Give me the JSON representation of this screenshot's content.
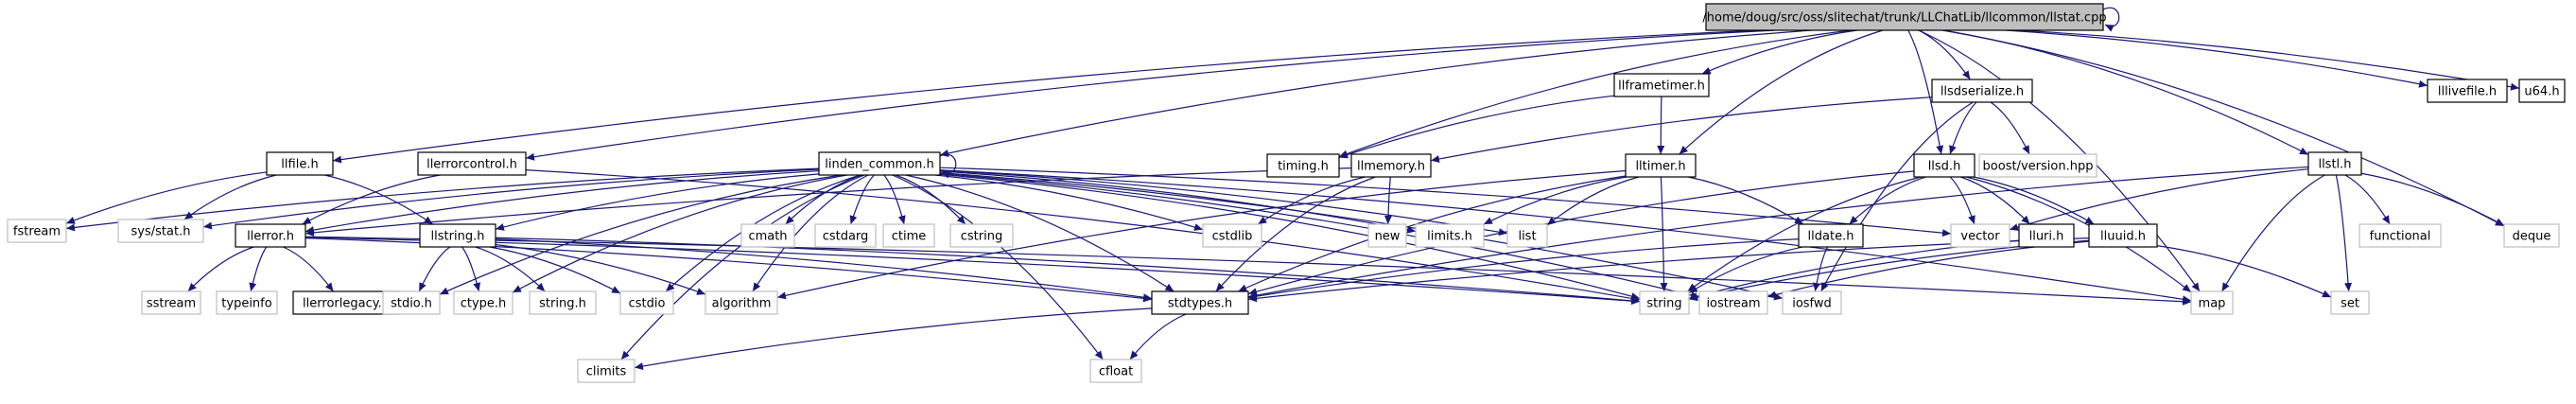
{
  "nodes": [
    {
      "id": "root",
      "label": "/home/doug/src/oss/slitechat/trunk/LLChatLib/llcommon/llstat.cpp",
      "style": "root"
    },
    {
      "id": "llfile",
      "label": "llfile.h",
      "style": "doc"
    },
    {
      "id": "llerrorcontrol",
      "label": "llerrorcontrol.h",
      "style": "doc"
    },
    {
      "id": "linden_common",
      "label": "linden_common.h",
      "style": "doc"
    },
    {
      "id": "llframetimer",
      "label": "llframetimer.h",
      "style": "doc"
    },
    {
      "id": "timing",
      "label": "timing.h",
      "style": "doc"
    },
    {
      "id": "llmemory",
      "label": "llmemory.h",
      "style": "doc"
    },
    {
      "id": "lltimer",
      "label": "lltimer.h",
      "style": "doc"
    },
    {
      "id": "llsdserialize",
      "label": "llsdserialize.h",
      "style": "doc"
    },
    {
      "id": "llsd",
      "label": "llsd.h",
      "style": "doc"
    },
    {
      "id": "boostversion",
      "label": "boost/version.hpp",
      "style": "ext"
    },
    {
      "id": "llstl",
      "label": "llstl.h",
      "style": "doc"
    },
    {
      "id": "lllivefile",
      "label": "lllivefile.h",
      "style": "doc"
    },
    {
      "id": "u64",
      "label": "u64.h",
      "style": "doc"
    },
    {
      "id": "fstream",
      "label": "fstream",
      "style": "ext"
    },
    {
      "id": "sysstat",
      "label": "sys/stat.h",
      "style": "ext"
    },
    {
      "id": "llerror",
      "label": "llerror.h",
      "style": "doc"
    },
    {
      "id": "llstring",
      "label": "llstring.h",
      "style": "doc"
    },
    {
      "id": "cmath",
      "label": "cmath",
      "style": "ext"
    },
    {
      "id": "cstdarg",
      "label": "cstdarg",
      "style": "ext"
    },
    {
      "id": "ctime",
      "label": "ctime",
      "style": "ext"
    },
    {
      "id": "cstring",
      "label": "cstring",
      "style": "ext"
    },
    {
      "id": "cstdlib",
      "label": "cstdlib",
      "style": "ext"
    },
    {
      "id": "new",
      "label": "new",
      "style": "ext"
    },
    {
      "id": "limits",
      "label": "limits.h",
      "style": "ext"
    },
    {
      "id": "list",
      "label": "list",
      "style": "ext"
    },
    {
      "id": "vector",
      "label": "vector",
      "style": "ext"
    },
    {
      "id": "lldate",
      "label": "lldate.h",
      "style": "doc"
    },
    {
      "id": "llluri",
      "label": "lluri.h",
      "style": "doc"
    },
    {
      "id": "lluuid",
      "label": "lluuid.h",
      "style": "doc"
    },
    {
      "id": "functional",
      "label": "functional",
      "style": "ext"
    },
    {
      "id": "deque",
      "label": "deque",
      "style": "ext"
    },
    {
      "id": "sstream",
      "label": "sstream",
      "style": "ext"
    },
    {
      "id": "typeinfo",
      "label": "typeinfo",
      "style": "ext"
    },
    {
      "id": "llerrorlegacy",
      "label": "llerrorlegacy.h",
      "style": "doc"
    },
    {
      "id": "stdio",
      "label": "stdio.h",
      "style": "ext"
    },
    {
      "id": "ctype",
      "label": "ctype.h",
      "style": "ext"
    },
    {
      "id": "stringh",
      "label": "string.h",
      "style": "ext"
    },
    {
      "id": "cstdio",
      "label": "cstdio",
      "style": "ext"
    },
    {
      "id": "algorithm",
      "label": "algorithm",
      "style": "ext"
    },
    {
      "id": "stdtypes",
      "label": "stdtypes.h",
      "style": "doc"
    },
    {
      "id": "string",
      "label": "string",
      "style": "ext"
    },
    {
      "id": "iostream",
      "label": "iostream",
      "style": "ext"
    },
    {
      "id": "iosfwd",
      "label": "iosfwd",
      "style": "ext"
    },
    {
      "id": "map",
      "label": "map",
      "style": "ext"
    },
    {
      "id": "set",
      "label": "set",
      "style": "ext"
    },
    {
      "id": "climits",
      "label": "climits",
      "style": "ext"
    },
    {
      "id": "cfloat",
      "label": "cfloat",
      "style": "ext"
    }
  ],
  "edges": [
    [
      "root",
      "root"
    ],
    [
      "root",
      "llfile"
    ],
    [
      "root",
      "llerrorcontrol"
    ],
    [
      "root",
      "linden_common"
    ],
    [
      "root",
      "llframetimer"
    ],
    [
      "root",
      "timing"
    ],
    [
      "root",
      "lltimer"
    ],
    [
      "root",
      "llsdserialize"
    ],
    [
      "root",
      "llsd"
    ],
    [
      "root",
      "llstl"
    ],
    [
      "root",
      "lllivefile"
    ],
    [
      "root",
      "u64"
    ],
    [
      "root",
      "map"
    ],
    [
      "root",
      "deque"
    ],
    [
      "llfile",
      "fstream"
    ],
    [
      "llfile",
      "sysstat"
    ],
    [
      "llfile",
      "llstring"
    ],
    [
      "llerrorcontrol",
      "llerror"
    ],
    [
      "llerrorcontrol",
      "string"
    ],
    [
      "linden_common",
      "linden_common"
    ],
    [
      "linden_common",
      "fstream"
    ],
    [
      "linden_common",
      "sysstat"
    ],
    [
      "linden_common",
      "llerror"
    ],
    [
      "linden_common",
      "llstring"
    ],
    [
      "linden_common",
      "cmath"
    ],
    [
      "linden_common",
      "cstdarg"
    ],
    [
      "linden_common",
      "ctime"
    ],
    [
      "linden_common",
      "cstring"
    ],
    [
      "linden_common",
      "cstdlib"
    ],
    [
      "linden_common",
      "limits"
    ],
    [
      "linden_common",
      "list"
    ],
    [
      "linden_common",
      "vector"
    ],
    [
      "linden_common",
      "map"
    ],
    [
      "linden_common",
      "climits"
    ],
    [
      "linden_common",
      "cfloat"
    ],
    [
      "linden_common",
      "stdio"
    ],
    [
      "linden_common",
      "ctype"
    ],
    [
      "linden_common",
      "cstdio"
    ],
    [
      "linden_common",
      "algorithm"
    ],
    [
      "linden_common",
      "stdtypes"
    ],
    [
      "linden_common",
      "string"
    ],
    [
      "linden_common",
      "iostream"
    ],
    [
      "linden_common",
      "iosfwd"
    ],
    [
      "llframetimer",
      "timing"
    ],
    [
      "llframetimer",
      "lltimer"
    ],
    [
      "llmemory",
      "llerror"
    ],
    [
      "llmemory",
      "cstdlib"
    ],
    [
      "llmemory",
      "new"
    ],
    [
      "llmemory",
      "stdtypes"
    ],
    [
      "lltimer",
      "limits"
    ],
    [
      "lltimer",
      "list"
    ],
    [
      "lltimer",
      "stdtypes"
    ],
    [
      "lltimer",
      "string"
    ],
    [
      "lltimer",
      "lldate"
    ],
    [
      "lltimer",
      "algorithm"
    ],
    [
      "llsdserialize",
      "llmemory"
    ],
    [
      "llsdserialize",
      "llsd"
    ],
    [
      "llsdserialize",
      "boostversion"
    ],
    [
      "llsdserialize",
      "iosfwd"
    ],
    [
      "llsd",
      "vector"
    ],
    [
      "llsd",
      "map"
    ],
    [
      "llsd",
      "string"
    ],
    [
      "llsd",
      "stdtypes"
    ],
    [
      "llsd",
      "lldate"
    ],
    [
      "llsd",
      "llluri"
    ],
    [
      "llsd",
      "lluuid"
    ],
    [
      "llstl",
      "map"
    ],
    [
      "llstl",
      "set"
    ],
    [
      "llstl",
      "deque"
    ],
    [
      "llstl",
      "vector"
    ],
    [
      "llstl",
      "functional"
    ],
    [
      "llstl",
      "stdtypes"
    ],
    [
      "llerror",
      "sstream"
    ],
    [
      "llerror",
      "typeinfo"
    ],
    [
      "llerror",
      "llerrorlegacy"
    ],
    [
      "llerror",
      "stdtypes"
    ],
    [
      "llerror",
      "string"
    ],
    [
      "llerror",
      "map"
    ],
    [
      "llstring",
      "stdio"
    ],
    [
      "llstring",
      "ctype"
    ],
    [
      "llstring",
      "stringh"
    ],
    [
      "llstring",
      "cstdio"
    ],
    [
      "llstring",
      "algorithm"
    ],
    [
      "llstring",
      "stdtypes"
    ],
    [
      "llstring",
      "string"
    ],
    [
      "lldate",
      "iosfwd"
    ],
    [
      "lldate",
      "string"
    ],
    [
      "lldate",
      "stdtypes"
    ],
    [
      "llluri",
      "string"
    ],
    [
      "lluuid",
      "iostream"
    ],
    [
      "lluuid",
      "set"
    ],
    [
      "lluuid",
      "stdtypes"
    ],
    [
      "lluuid",
      "string"
    ],
    [
      "stdtypes",
      "climits"
    ],
    [
      "stdtypes",
      "cfloat"
    ]
  ],
  "colors": {
    "edge": "#191970",
    "docStroke": "#000000",
    "extStroke": "#bfbfbf",
    "rootFill": "#bfbfbf",
    "fill": "#ffffff",
    "text": "#000000"
  }
}
